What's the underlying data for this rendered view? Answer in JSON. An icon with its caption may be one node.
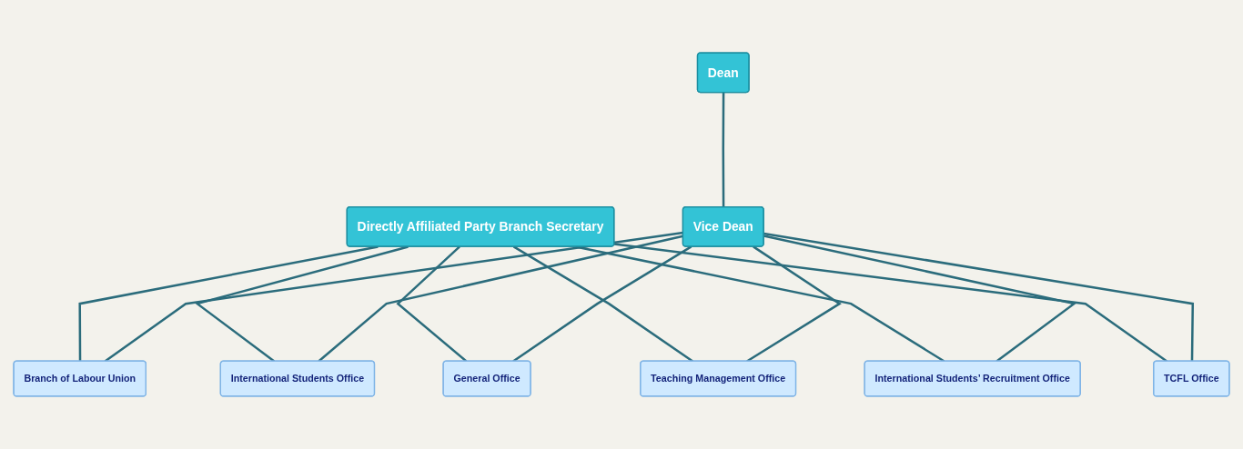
{
  "diagram": {
    "nodes": [
      {
        "text": [
          "Directly Affiliated Party Branch Secretary"
        ]
      },
      {
        "text": [
          "Dean"
        ]
      },
      {
        "text": [
          "Vice Dean"
        ]
      },
      {
        "text": [
          "Branch of Labour Union"
        ]
      },
      {
        "text": [
          "International Students Office"
        ]
      },
      {
        "text": [
          "General Office"
        ]
      },
      {
        "text": [
          "Teaching Management Office"
        ]
      },
      {
        "text": [
          "International Students’ Recruitment Office"
        ]
      },
      {
        "text": [
          "TCFL Office"
        ]
      }
    ],
    "edges": [
      {
        "from": 1,
        "to": 2,
        "arrow": "none"
      },
      {
        "from": 0,
        "to": 3,
        "arrow": "none"
      },
      {
        "from": 0,
        "to": 4,
        "arrow": "none"
      },
      {
        "from": 0,
        "to": 5,
        "arrow": "none"
      },
      {
        "from": 0,
        "to": 6,
        "arrow": "none"
      },
      {
        "from": 0,
        "to": 7,
        "arrow": "none"
      },
      {
        "from": 0,
        "to": 8,
        "arrow": "none"
      },
      {
        "from": 2,
        "to": 3,
        "arrow": "none"
      },
      {
        "from": 2,
        "to": 4,
        "arrow": "none"
      },
      {
        "from": 2,
        "to": 5,
        "arrow": "none"
      },
      {
        "from": 2,
        "to": 6,
        "arrow": "none"
      },
      {
        "from": 2,
        "to": 7,
        "arrow": "none"
      },
      {
        "from": 2,
        "to": 8,
        "arrow": "none"
      }
    ]
  }
}
